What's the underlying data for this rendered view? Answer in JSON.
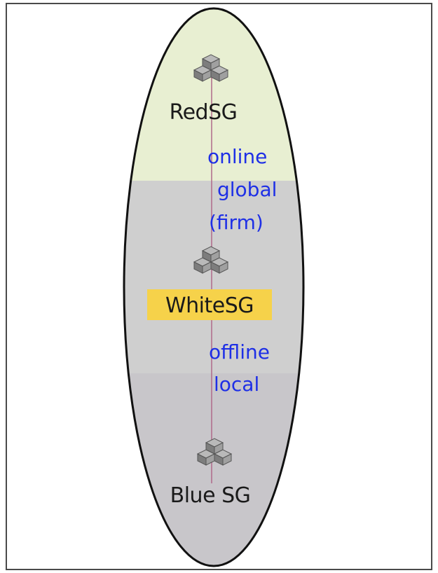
{
  "diagram": {
    "nodes": [
      {
        "id": "red",
        "label": "RedSG",
        "icon": "server-group-icon"
      },
      {
        "id": "white",
        "label": "WhiteSG",
        "icon": "server-group-icon",
        "highlight": true
      },
      {
        "id": "blue",
        "label": "Blue SG",
        "icon": "server-group-icon"
      }
    ],
    "links": [
      {
        "from": "red",
        "to": "white",
        "lines": [
          "online",
          "global",
          "(firm)"
        ]
      },
      {
        "from": "white",
        "to": "blue",
        "lines": [
          "offline",
          "local"
        ]
      }
    ],
    "colors": {
      "top_band": "#e8efd2",
      "middle_band": "#cfcfcf",
      "bottom_band": "#c8c6ca",
      "link_text": "#1e2fe6",
      "connector": "#b06a8a",
      "highlight": "#f6d24a",
      "outline": "#111111"
    }
  }
}
